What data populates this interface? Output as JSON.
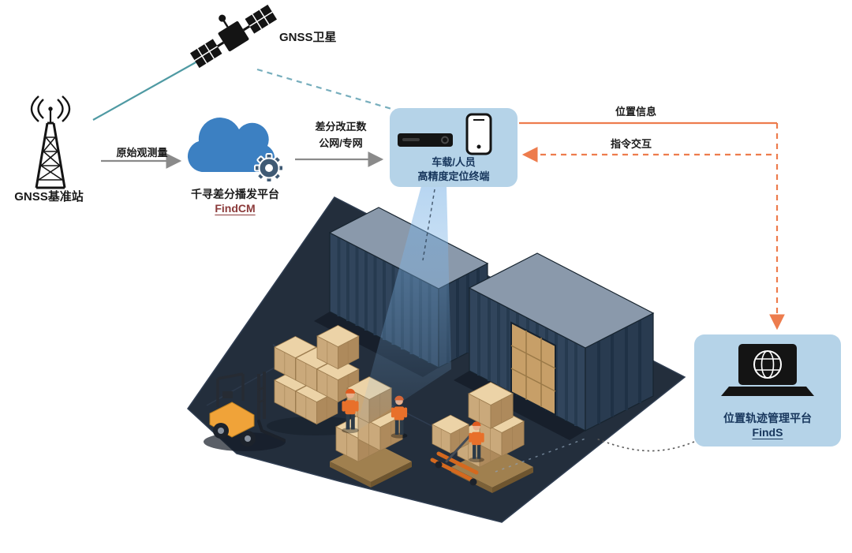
{
  "diagram": {
    "satellite": {
      "label": "GNSS卫星"
    },
    "base_station": {
      "label": "GNSS基准站"
    },
    "cloud_platform": {
      "label": "千寻差分播发平台",
      "product": "FindCM"
    },
    "flows": {
      "raw_observation": "原始观测量",
      "correction_data": "差分改正数",
      "network": "公网/专网",
      "position_info": "位置信息",
      "command_interaction": "指令交互"
    },
    "terminal": {
      "line1": "车载/人员",
      "line2": "高精度定位终端"
    },
    "management_platform": {
      "label": "位置轨迹管理平台",
      "product": "FindS"
    },
    "icons": {
      "satellite": "satellite-icon",
      "base_station": "radio-tower-icon",
      "cloud_platform": "cloud-gear-icon",
      "terminal": "receiver-icon, phone-icon",
      "management_platform": "laptop-globe-icon",
      "scene": "warehouse-containers-forklift-workers"
    },
    "colors": {
      "teal_link": "#4f9aa3",
      "teal_link_dashed": "#77aebd",
      "orange_flow": "#ed7c4d",
      "gray_arrow": "#8a8a8a",
      "panel_bg": "#b5d3e8",
      "panel_text": "#17365c",
      "findcm_text": "#8b3a3a",
      "cloud_blue": "#3c80c2",
      "ground_navy": "#232e3c",
      "container_navy": "#31455c",
      "crate_tan": "#d9b887",
      "forklift_yellow": "#f0a339"
    }
  }
}
